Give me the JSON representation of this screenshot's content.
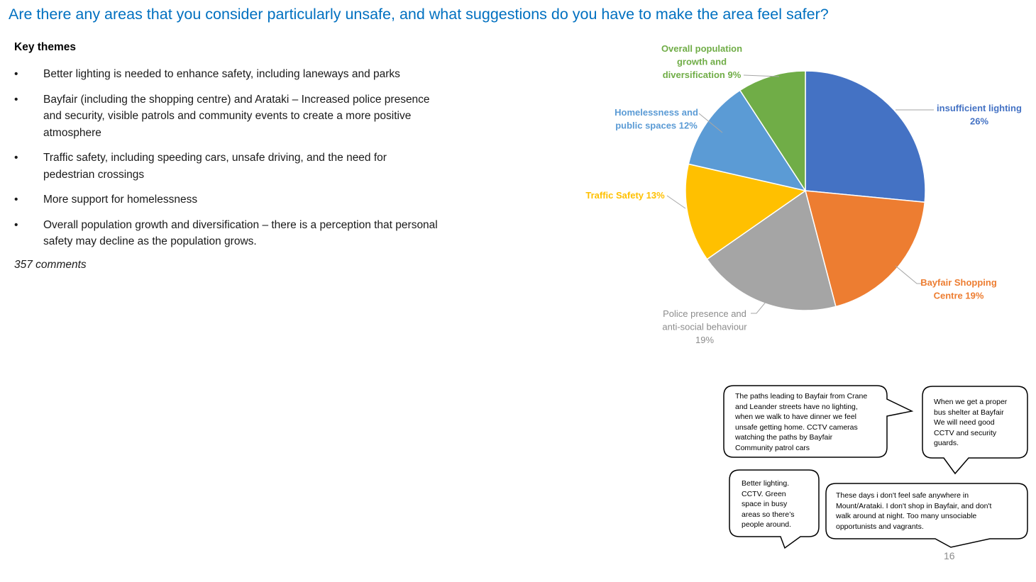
{
  "slide": {
    "title": "Are there any areas that you consider particularly unsafe, and what suggestions do you have to make the area feel safer?",
    "page_number": "16"
  },
  "themes": {
    "heading": "Key themes",
    "bullet": "•",
    "items": [
      "Better lighting is needed to enhance safety, including laneways and parks",
      "Bayfair (including the shopping centre) and Arataki – Increased police presence and security, visible patrols and community events to create a more positive atmosphere",
      "Traffic safety, including speeding cars, unsafe driving, and the need for pedestrian crossings",
      "More support for homelessness",
      "Overall population growth and diversification – there is a perception that personal safety may decline as the population grows."
    ],
    "comment_count": "357 comments"
  },
  "chart_data": {
    "type": "pie",
    "title": "",
    "slices": [
      {
        "label_lines": [
          "insufficient lighting",
          "26%"
        ],
        "value": 26,
        "color": "#4472c4",
        "label_bold": true
      },
      {
        "label_lines": [
          "Bayfair Shopping",
          "Centre 19%"
        ],
        "value": 19,
        "color": "#ed7d31",
        "label_bold": true
      },
      {
        "label_lines": [
          "Police presence and",
          "anti-social behaviour",
          "19%"
        ],
        "value": 19,
        "color": "#a5a5a5",
        "label_bold": false
      },
      {
        "label_lines": [
          "Traffic Safety 13%"
        ],
        "value": 13,
        "color": "#ffc000",
        "label_bold": true
      },
      {
        "label_lines": [
          "Homelessness and",
          "public spaces 12%"
        ],
        "value": 12,
        "color": "#5b9bd5",
        "label_bold": true
      },
      {
        "label_lines": [
          "Overall population",
          "growth and",
          "diversification 9%"
        ],
        "value": 9,
        "color": "#70ad47",
        "label_bold": true
      }
    ],
    "start_angle": "12 o'clock",
    "direction": "clockwise",
    "legend": "none",
    "label_colors": [
      "#4472c4",
      "#ed7d31",
      "#8c8c8c",
      "#ffc000",
      "#5b9bd5",
      "#70ad47"
    ]
  },
  "comments": [
    {
      "lines": [
        "The paths leading to Bayfair from Crane",
        "and Leander streets have no lighting,",
        "when we walk to have dinner we feel",
        "unsafe getting home.  CCTV cameras",
        "watching the paths by Bayfair",
        "Community patrol cars"
      ]
    },
    {
      "lines": [
        "When we get a proper",
        "bus shelter at Bayfair",
        "We will need good",
        "CCTV and security",
        "guards."
      ]
    },
    {
      "lines": [
        "Better lighting.",
        "CCTV.  Green",
        "space in busy",
        "areas so there’s",
        "people around."
      ]
    },
    {
      "lines": [
        "These days i don't feel safe anywhere in",
        "Mount/Arataki. I don't shop in Bayfair, and don't",
        "walk around at night. Too many unsociable",
        "opportunists and vagrants."
      ]
    }
  ]
}
